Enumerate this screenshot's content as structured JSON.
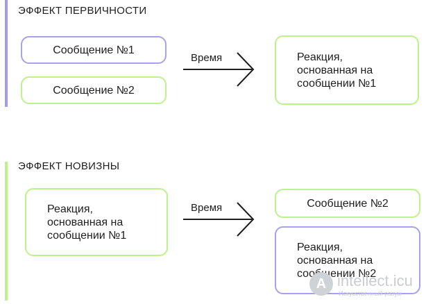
{
  "primacy": {
    "heading": "ЭФФЕКТ ПЕРВИЧНОСТИ",
    "msg1": "Сообщение №1",
    "msg2": "Сообщение №2",
    "arrow_label": "Время",
    "result": "Реакция,\nоснованная на\nсообщении №1"
  },
  "recency": {
    "heading": "ЭФФЕКТ НОВИЗНЫ",
    "source": "Реакция,\nоснованная на\nсообщении №1",
    "arrow_label": "Время",
    "msg2": "Сообщение №2",
    "result": "Реакция,\nоснованная на\nсообщении №2"
  },
  "colors": {
    "violet": "#a7a0ea",
    "green": "#bdf28a",
    "text": "#1e1e1e"
  },
  "watermark": {
    "icon": "intellect-logo-icon",
    "name": "intellect.icu",
    "subtitle": "Искусственный разум"
  }
}
